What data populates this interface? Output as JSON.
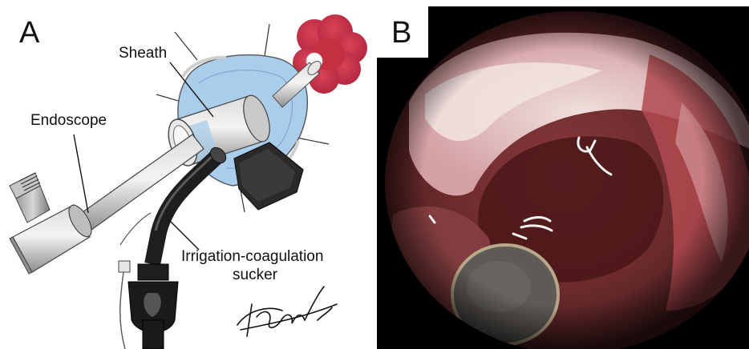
{
  "panels": {
    "a": {
      "letter": "A",
      "labels": {
        "sheath": "Sheath",
        "endoscope": "Endoscope",
        "sucker_line1": "Irrigation-coagulation",
        "sucker_line2": "sucker"
      }
    },
    "b": {
      "letter": "B"
    }
  },
  "colors": {
    "sheath_blue": "#a9cdea",
    "instrument_gray": "#b8b8b8",
    "sucker_black": "#1e1e1e",
    "tumor_red": "#c82d42",
    "tissue_pink": "#c98e92"
  }
}
